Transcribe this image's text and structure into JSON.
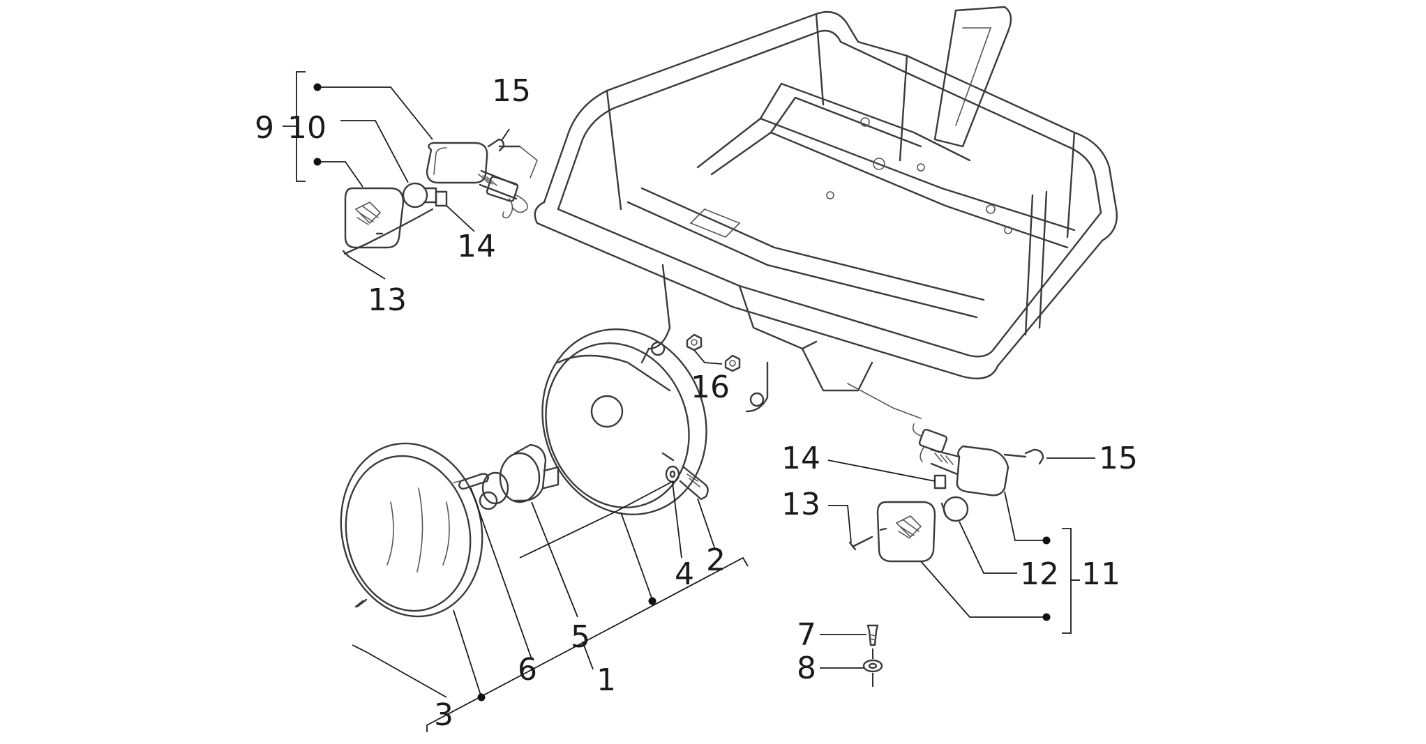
{
  "callouts": {
    "c1": "1",
    "c2": "2",
    "c3": "3",
    "c4": "4",
    "c5": "5",
    "c6": "6",
    "c7": "7",
    "c8": "8",
    "c9": "9",
    "c10": "10",
    "c11": "11",
    "c12": "12",
    "c13_left": "13",
    "c13_right": "13",
    "c14_left": "14",
    "c14_right": "14",
    "c15_left": "15",
    "c15_right": "15",
    "c16": "16"
  }
}
